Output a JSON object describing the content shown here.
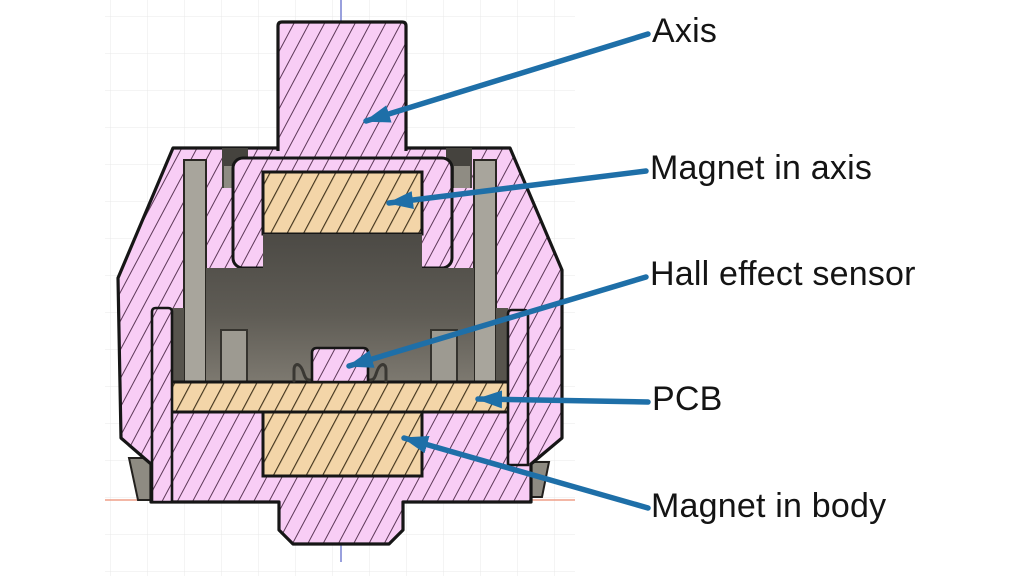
{
  "diagram": {
    "type": "cad-cross-section",
    "description": "Cross-section of a switch body showing Hall effect sensing components",
    "labels": [
      {
        "text": "Axis"
      },
      {
        "text": "Magnet in axis"
      },
      {
        "text": "Hall effect sensor"
      },
      {
        "text": "PCB"
      },
      {
        "text": "Magnet in body"
      }
    ],
    "colors": {
      "body_fill": "#f8cdf5",
      "body_hatch": "#5a3158",
      "magnet_fill": "#f3d5a8",
      "magnet_hatch": "#3f3220",
      "arrow": "#1e6fa8",
      "outline": "#161616",
      "cavity_dark": "#524f49",
      "lining_gray": "#a8a59c",
      "grid_line": "#e9e9e9",
      "origin_line_red": "#ef9f88",
      "origin_line_blue": "#99a0dd"
    }
  }
}
